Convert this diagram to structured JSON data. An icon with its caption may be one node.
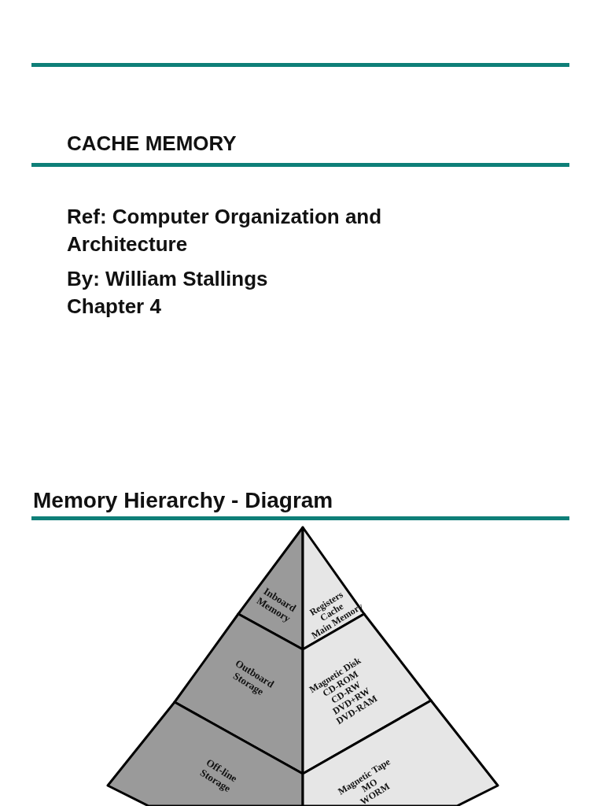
{
  "diagram": {
    "title": "CACHE MEMORY",
    "nodes": [
      {
        "text": [
          "Inboard Memory"
        ]
      },
      {
        "text": [
          "Registers",
          "Cache",
          "Main Memory"
        ]
      },
      {
        "text": [
          "Outboard Storage"
        ]
      },
      {
        "text": [
          "Magnetic Disk",
          "CD-ROM",
          "CD-RW",
          "DVD+RW",
          "DVD-RAM"
        ]
      },
      {
        "text": [
          "Off-line Storage"
        ]
      },
      {
        "text": [
          "Magnetic Tape",
          "MO",
          "WORM"
        ]
      }
    ],
    "edges": [],
    "labels": [
      "Ref: Computer Organization and Architecture",
      "By: William Stallings",
      "Chapter 4",
      "Memory Hierarchy - Diagram"
    ]
  }
}
